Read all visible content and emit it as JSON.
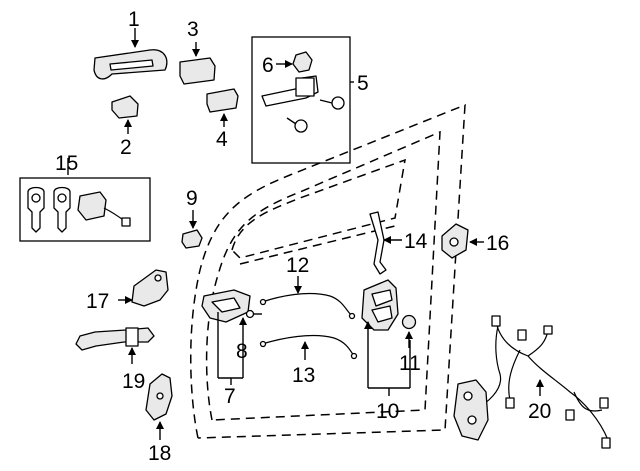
{
  "diagram": {
    "callouts": {
      "n1": "1",
      "n2": "2",
      "n3": "3",
      "n4": "4",
      "n5": "5",
      "n6": "6",
      "n7": "7",
      "n8": "8",
      "n9": "9",
      "n10": "10",
      "n11": "11",
      "n12": "12",
      "n13": "13",
      "n14": "14",
      "n15": "15",
      "n16": "16",
      "n17": "17",
      "n18": "18",
      "n19": "19",
      "n20": "20"
    }
  }
}
